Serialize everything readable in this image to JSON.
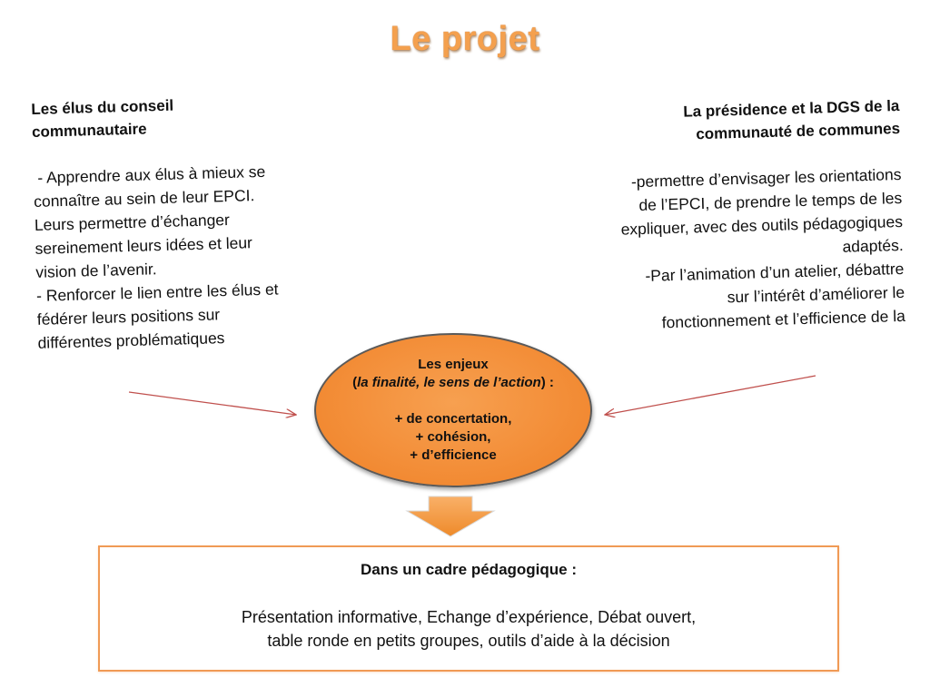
{
  "title": "Le projet",
  "left": {
    "heading_lines": [
      "Les élus du conseil",
      "communautaire"
    ],
    "body_lines": [
      " - Apprendre aux élus à mieux se",
      "connaître au sein de leur EPCI.",
      "Leurs permettre d’échanger",
      "sereinement leurs idées et leur",
      "vision de l’avenir.",
      "- Renforcer le lien entre les élus et",
      "fédérer leurs positions sur",
      "différentes problématiques"
    ]
  },
  "right": {
    "heading_lines": [
      "La présidence et la DGS de la",
      "communauté de communes"
    ],
    "body_lines": [
      "-permettre d’envisager les orientations",
      "de l’EPCI, de prendre le temps de les",
      "expliquer, avec des outils pédagogiques",
      "adaptés.",
      "-Par l’animation d’un atelier, débattre",
      "sur l’intérêt d’améliorer le",
      "fonctionnement et l’efficience de la"
    ]
  },
  "center": {
    "title": "Les enjeux",
    "subtitle_open": "(",
    "subtitle_italic": "la finalité, le sens de l’action",
    "subtitle_close": ") :",
    "items": [
      "+ de concertation,",
      "+ cohésion,",
      "+ d’efficience"
    ]
  },
  "box": {
    "title": "Dans un cadre pédagogique :",
    "lines": [
      "Présentation informative, Echange d’expérience, Débat ouvert,",
      "table ronde en petits groupes, outils d’aide à la décision"
    ]
  },
  "colors": {
    "title": "#f4a04e",
    "ellipse": "#f28a33",
    "arrow_line": "#c0504d",
    "frame_border": "#f09a55"
  }
}
